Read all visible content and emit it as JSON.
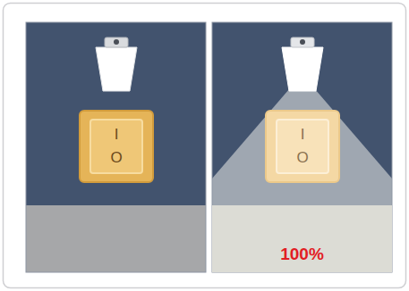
{
  "diagram": {
    "nodes": [
      {
        "text": [
          "I",
          "O"
        ]
      },
      {
        "text": [
          "I",
          "O"
        ]
      },
      {
        "text": [
          "100%"
        ]
      }
    ]
  }
}
